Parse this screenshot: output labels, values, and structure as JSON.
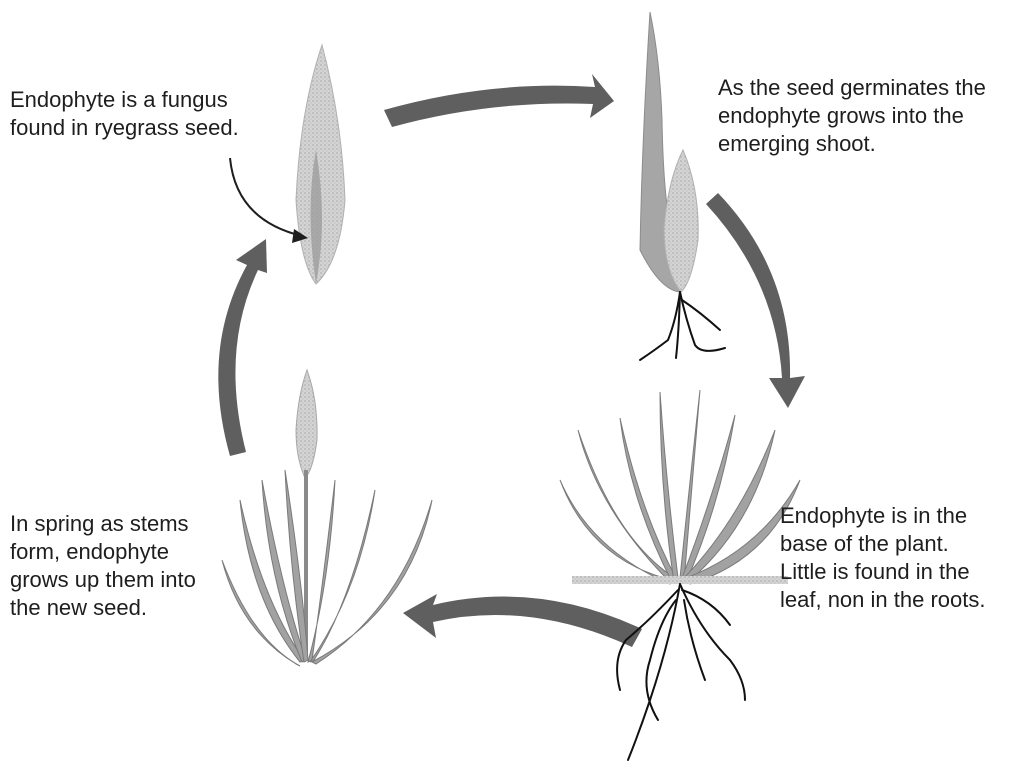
{
  "captions": {
    "seed": [
      "Endophyte is a fungus",
      "found in ryegrass seed."
    ],
    "germinating": [
      "As the seed germinates the",
      "endophyte grows into the",
      "emerging shoot."
    ],
    "base": [
      "Endophyte is in the",
      "base of the plant.",
      "Little is found in the",
      "leaf, non in the roots."
    ],
    "spring": [
      "In spring as stems",
      "form, endophyte",
      "grows up them into",
      "the new seed."
    ]
  },
  "colors": {
    "arrow": "#5f5f5f",
    "text": "#1e1e1e",
    "seed": "#c2c2c2",
    "leaf": "#9a9a9a",
    "root": "#111111",
    "soil": "#8a8a8a"
  }
}
